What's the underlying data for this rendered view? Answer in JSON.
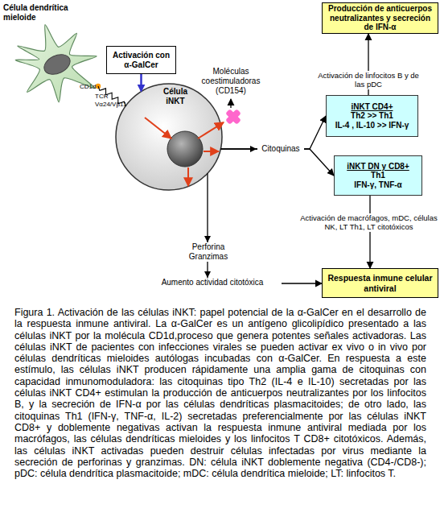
{
  "diagram": {
    "caption": "Figura 1. Activación de las células iNKT: papel potencial de la α-GalCer en el desarrollo de la respuesta inmune antiviral. La α-GalCer es un antígeno glicolipídico presentado a las células iNKT por la molécula CD1d,proceso que genera potentes señales activadoras. Las células iNKT de pacientes con infecciones virales se pueden activar ex vivo o in vivo por células dendríticas mieloides autólogas incubadas con α-GalCer. En respuesta a este estímulo, las células iNKT producen rápidamente una amplia gama de citoquinas con capacidad inmunomoduladora: las citoquinas tipo Th2 (IL-4 e IL-10) secretadas por las células iNKT CD4+ estimulan la producción de anticuerpos neutralizantes por los linfocitos B, y la secreción de IFN-α por las células dendríticas plasmacitoides; de otro lado, las citoquinas Th1 (IFN-γ, TNF-α, IL-2) secretadas preferencialmente por las células iNKT CD8+ y doblemente negativas activan la respuesta inmune antiviral mediada por los macrófagos, las células dendríticas mieloides y los linfocitos T CD8+ citotóxicos. Además, las células iNKT activadas pueden destruir células infectadas por virus mediante la secreción de perforinas y granzimas. DN: célula iNKT doblemente negativa (CD4-/CD8-); pDC: célula dendrítica plasmacitoide; mDC: célula dendrítica mieloide; LT: linfocitos T.",
    "nodes": [
      {
        "text": [
          "Célula dendrítica mieloide"
        ]
      },
      {
        "text": [
          "Activación con α-GalCer"
        ]
      },
      {
        "text": [
          "Célula iNKT"
        ]
      },
      {
        "text": [
          "Producción de anticuerpos neutralizantes y secreción de IFN-α"
        ]
      },
      {
        "text": [
          "iNKT CD4+",
          "Th2 >> Th1",
          "IL-4 , IL-10 >> IFN-γ"
        ]
      },
      {
        "text": [
          "iNKT DN y CD8+",
          "Th1",
          "IFN-γ, TNF-α"
        ]
      },
      {
        "text": [
          "Respuesta inmune celular antiviral"
        ]
      }
    ],
    "edges": [
      {
        "from": 1,
        "to": 2,
        "arrow": "to"
      },
      {
        "from": 0,
        "to": 2,
        "arrow": "none"
      },
      {
        "from": 2,
        "to": 4,
        "arrow": "to"
      },
      {
        "from": 2,
        "to": 5,
        "arrow": "to"
      },
      {
        "from": 4,
        "to": 3,
        "label": "Activación de linfocitos B y de las pDC",
        "arrow": "to"
      },
      {
        "from": 5,
        "to": 6,
        "label": "Activación de macrófagos, mDC, células NK, LT Th1, LT citotóxicos",
        "arrow": "to"
      },
      {
        "from": 2,
        "to": 6,
        "arrow": "to"
      }
    ],
    "labels": [
      "CD1d",
      "TCR Vα24/Vβ11",
      "Moléculas coestimuladoras (CD154)",
      "Citoquinas",
      "Perforina Granzimas",
      "Aumento actividad citotóxica"
    ]
  }
}
